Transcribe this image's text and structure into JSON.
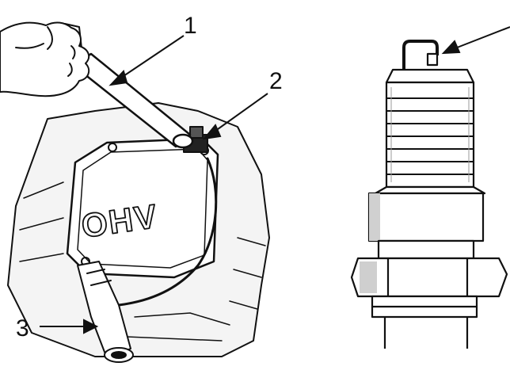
{
  "figure": {
    "engine_label": "OHV",
    "callouts": [
      "1",
      "2",
      "3"
    ],
    "colors": {
      "ink": "#111111",
      "paper": "#ffffff",
      "shade": "#bdbdbd"
    }
  }
}
